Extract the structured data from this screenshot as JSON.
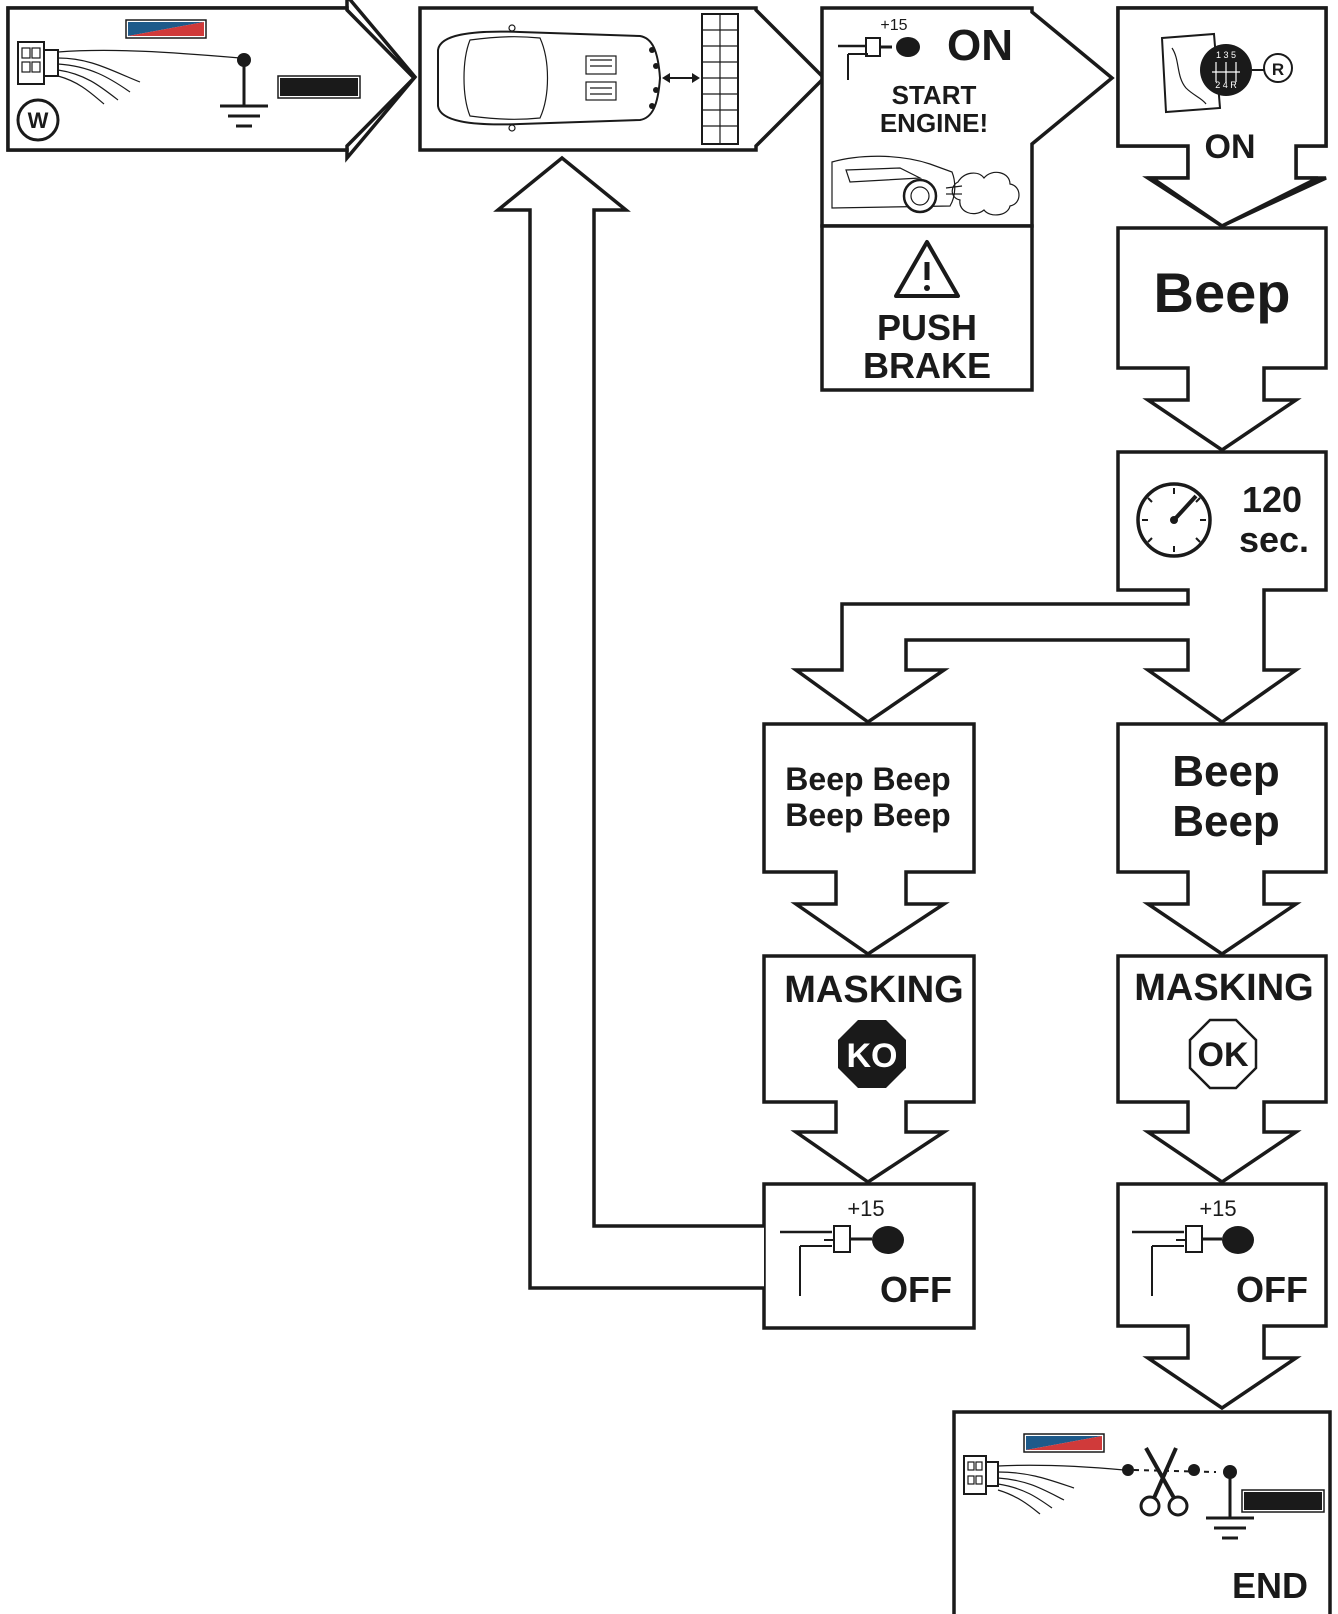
{
  "steps": {
    "ignition_on": {
      "plus15": "+15",
      "on_label": "ON",
      "start_engine_line1": "START",
      "start_engine_line2": "ENGINE!"
    },
    "push_brake": {
      "line1": "PUSH",
      "line2": "BRAKE"
    },
    "reverse_gear": {
      "gear_letter": "R",
      "gear_numbers_top": "1 3 5",
      "gear_numbers_bottom": "2 4 R",
      "on_label": "ON"
    },
    "beep": {
      "label": "Beep"
    },
    "timer": {
      "value": "120",
      "unit": "sec."
    },
    "fail_beeps": {
      "line1": "Beep Beep",
      "line2": "Beep Beep"
    },
    "ok_beeps": {
      "line1": "Beep",
      "line2": "Beep"
    },
    "masking_ko": {
      "label": "MASKING",
      "badge": "KO"
    },
    "masking_ok": {
      "label": "MASKING",
      "badge": "OK"
    },
    "off_left": {
      "plus15": "+15",
      "label": "OFF"
    },
    "off_right": {
      "plus15": "+15",
      "label": "OFF"
    },
    "end": {
      "label": "END"
    },
    "wire_start": {
      "w_label": "W"
    }
  },
  "colors": {
    "flag_blue": "#1e5a8a",
    "flag_red": "#d03a3a",
    "ink": "#1a1a1a"
  }
}
